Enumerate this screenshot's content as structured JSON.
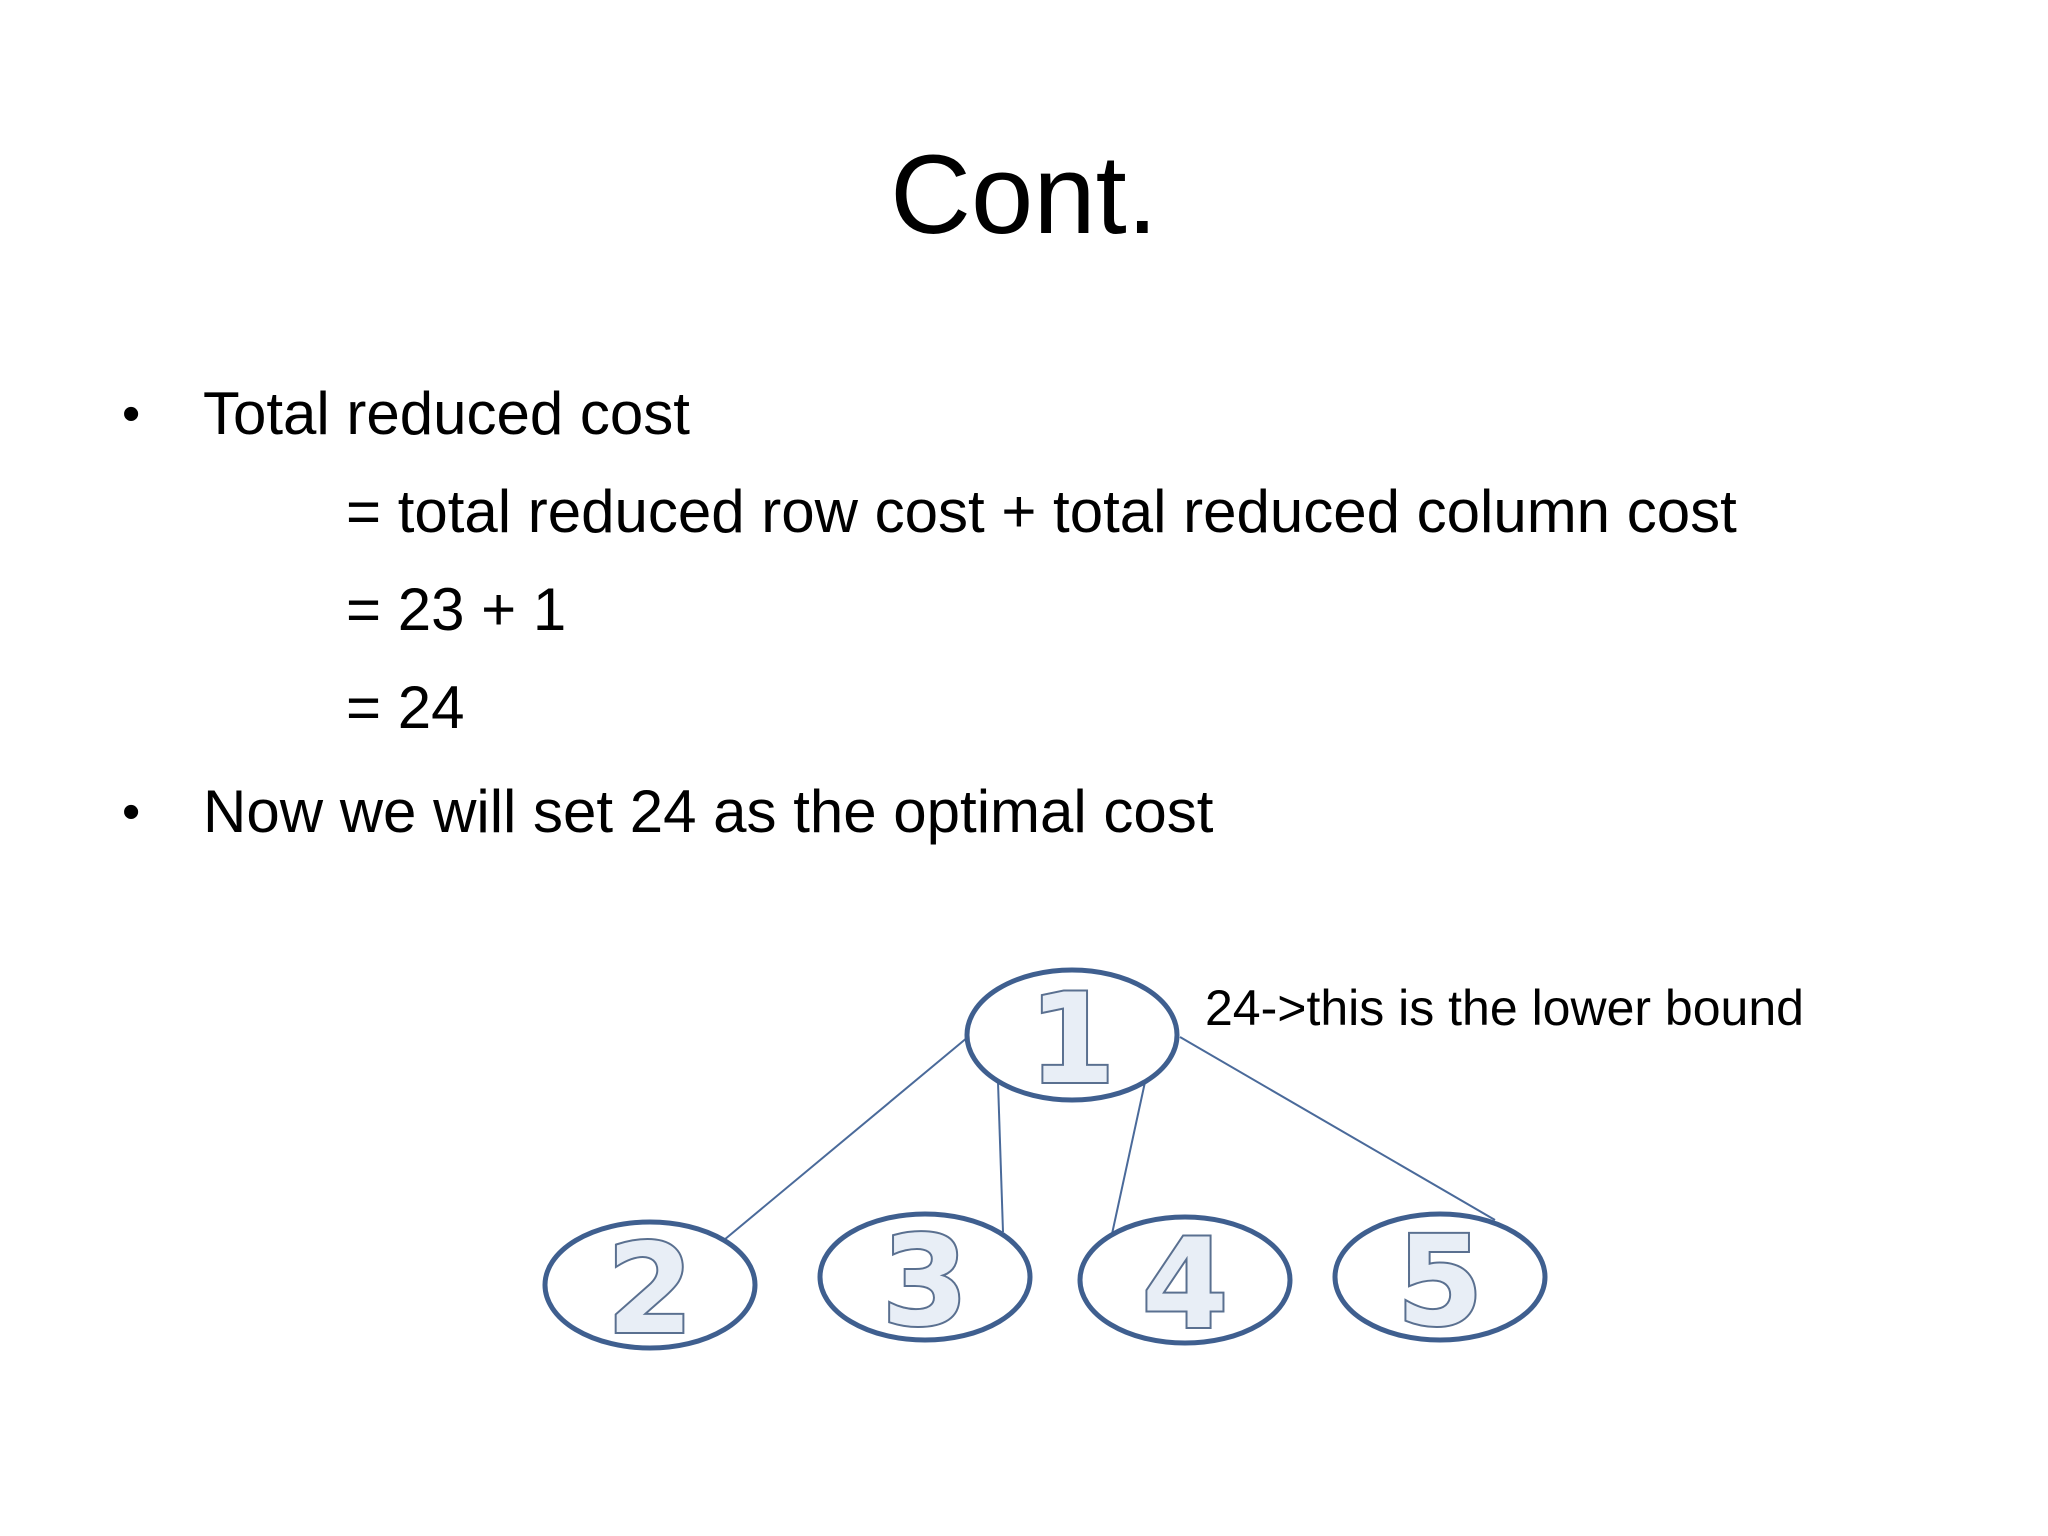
{
  "title": "Cont.",
  "bullets": [
    {
      "text": "Total reduced cost",
      "sub_lines": [
        "= total reduced row cost + total reduced column cost",
        "= 23 + 1",
        "=  24"
      ]
    },
    {
      "text": "Now we will set 24 as the optimal cost",
      "sub_lines": []
    }
  ],
  "bullet_symbol": "•",
  "tree": {
    "root": "1",
    "children": [
      "2",
      "3",
      "4",
      "5"
    ],
    "root_annotation": "24->this is the lower bound"
  },
  "colors": {
    "node_stroke": "#3f5f8f",
    "edge": "#4a6a9a",
    "node_digit_fill": "#e8eef6"
  }
}
